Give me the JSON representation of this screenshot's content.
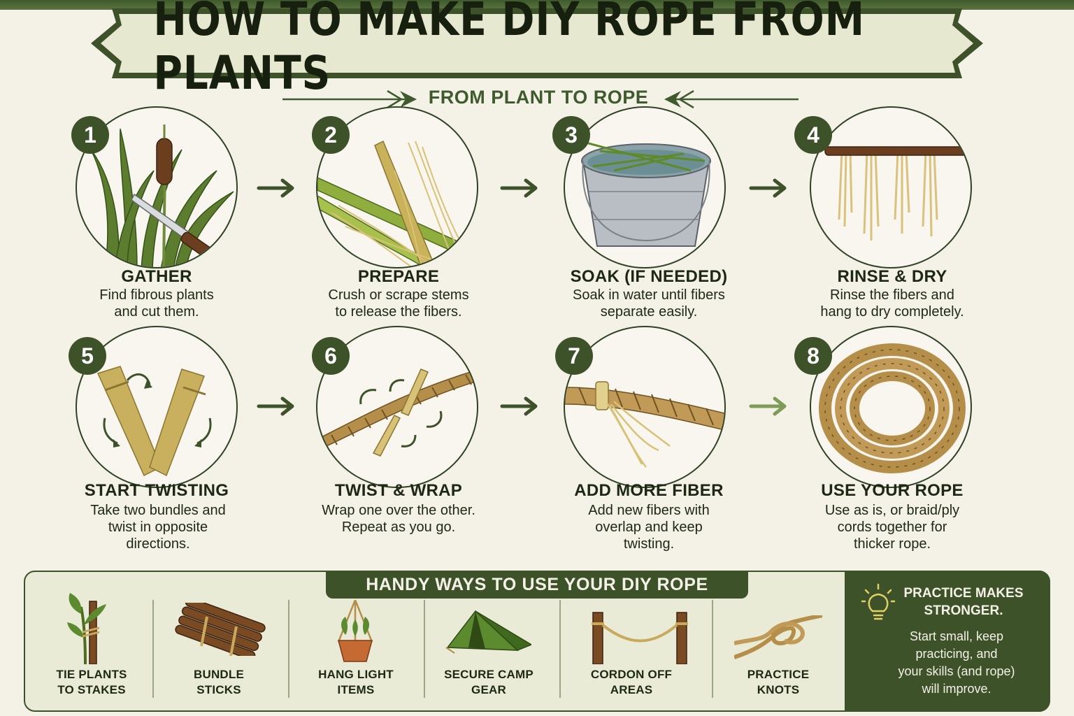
{
  "title": "HOW TO MAKE DIY ROPE FROM PLANTS",
  "subtitle": "FROM PLANT TO ROPE",
  "steps": [
    {
      "number": "1",
      "title": "GATHER",
      "desc_line1": "Find fibrous plants",
      "desc_line2": "and cut them.",
      "desc_line3": ""
    },
    {
      "number": "2",
      "title": "PREPARE",
      "desc_line1": "Crush or scrape stems",
      "desc_line2": "to release the fibers.",
      "desc_line3": ""
    },
    {
      "number": "3",
      "title": "SOAK (IF NEEDED)",
      "desc_line1": "Soak in water until fibers",
      "desc_line2": "separate easily.",
      "desc_line3": ""
    },
    {
      "number": "4",
      "title": "RINSE & DRY",
      "desc_line1": "Rinse the fibers and",
      "desc_line2": "hang to dry completely.",
      "desc_line3": ""
    },
    {
      "number": "5",
      "title": "START TWISTING",
      "desc_line1": "Take two bundles and",
      "desc_line2": "twist in opposite",
      "desc_line3": "directions."
    },
    {
      "number": "6",
      "title": "TWIST & WRAP",
      "desc_line1": "Wrap one over the other.",
      "desc_line2": "Repeat as you go.",
      "desc_line3": ""
    },
    {
      "number": "7",
      "title": "ADD MORE FIBER",
      "desc_line1": "Add new fibers with",
      "desc_line2": "overlap and keep",
      "desc_line3": "twisting."
    },
    {
      "number": "8",
      "title": "USE YOUR ROPE",
      "desc_line1": "Use as is, or braid/ply",
      "desc_line2": "cords together for",
      "desc_line3": "thicker rope."
    }
  ],
  "uses": {
    "header": "HANDY WAYS TO USE YOUR DIY ROPE",
    "items": [
      {
        "line1": "TIE PLANTS",
        "line2": "TO STAKES",
        "icon": "plant-stake-icon"
      },
      {
        "line1": "BUNDLE",
        "line2": "STICKS",
        "icon": "stick-bundle-icon"
      },
      {
        "line1": "HANG LIGHT",
        "line2": "ITEMS",
        "icon": "hanging-planter-icon"
      },
      {
        "line1": "SECURE CAMP",
        "line2": "GEAR",
        "icon": "tent-icon"
      },
      {
        "line1": "CORDON OFF",
        "line2": "AREAS",
        "icon": "rope-barrier-icon"
      },
      {
        "line1": "PRACTICE",
        "line2": "KNOTS",
        "icon": "knot-icon"
      }
    ]
  },
  "practice": {
    "title_line1": "PRACTICE MAKES",
    "title_line2": "STRONGER.",
    "text_line1": "Start small, keep",
    "text_line2": "practicing, and",
    "text_line3": "your skills (and rope)",
    "text_line4": "will improve.",
    "icon": "lightbulb-icon"
  },
  "colors": {
    "dark_green": "#3d5229",
    "cream": "#f4f1e6",
    "panel_green": "#e9ebd6",
    "text": "#1d2814"
  }
}
